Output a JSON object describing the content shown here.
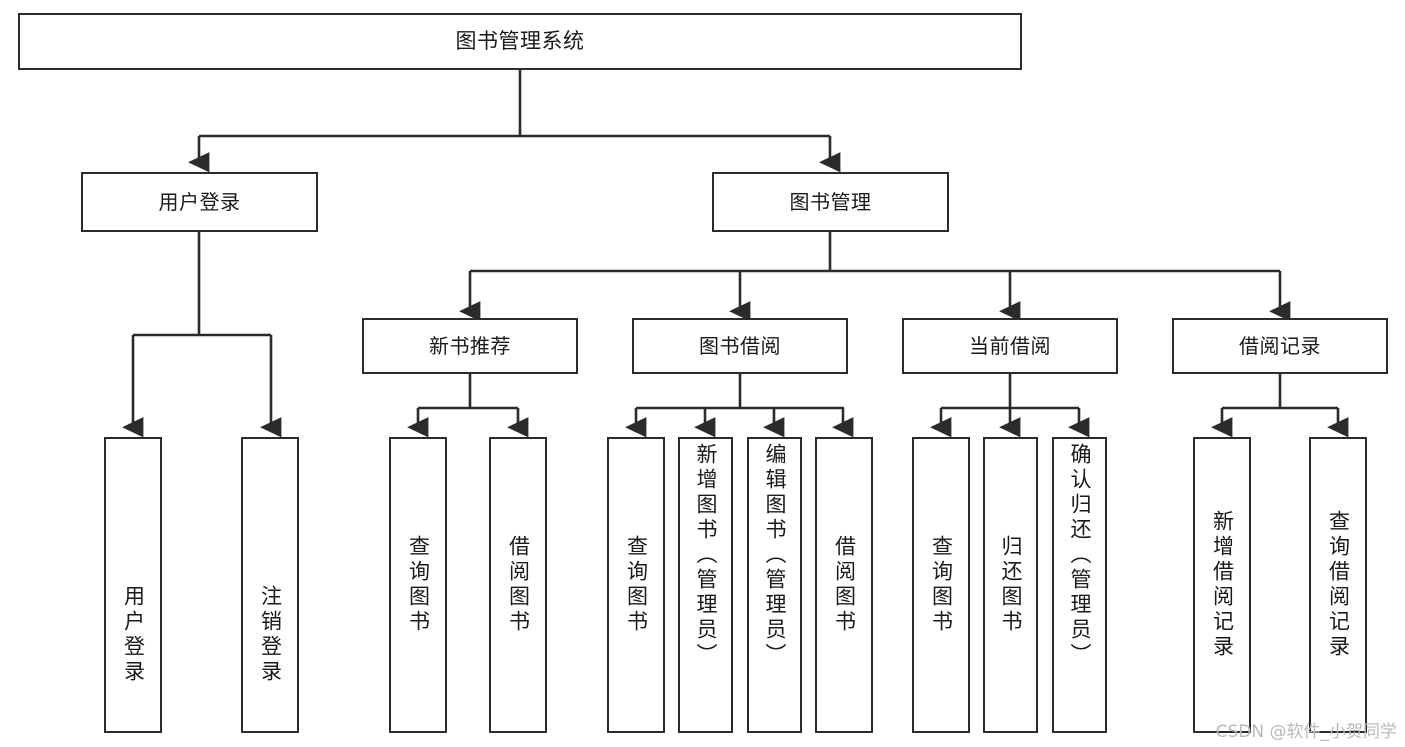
{
  "diagram": {
    "title": "图书管理系统",
    "type": "tree",
    "watermark": "CSDN @软件_小贺同学",
    "stroke_color": "#2b2b2b",
    "fill_color": "#ffffff",
    "text_color": "#1a1a1a",
    "nodes": {
      "root": {
        "label": "图书管理系统",
        "level": 0
      },
      "login": {
        "label": "用户登录",
        "level": 1
      },
      "book_mgmt": {
        "label": "图书管理",
        "level": 1
      },
      "new_book_rec": {
        "label": "新书推荐",
        "level": 2
      },
      "book_borrow": {
        "label": "图书借阅",
        "level": 2
      },
      "current_borrow": {
        "label": "当前借阅",
        "level": 2
      },
      "borrow_record": {
        "label": "借阅记录",
        "level": 2
      },
      "leaf_user_login": {
        "label": "用户登录",
        "level": 3
      },
      "leaf_logout": {
        "label": "注销登录",
        "level": 3
      },
      "leaf_query_book_1": {
        "label": "查询图书",
        "level": 3
      },
      "leaf_borrow_book_1": {
        "label": "借阅图书",
        "level": 3
      },
      "leaf_query_book_2": {
        "label": "查询图书",
        "level": 3
      },
      "leaf_add_book": {
        "label": "新增图书（管理员）",
        "level": 3
      },
      "leaf_edit_book": {
        "label": "编辑图书（管理员）",
        "level": 3
      },
      "leaf_borrow_book_2": {
        "label": "借阅图书",
        "level": 3
      },
      "leaf_query_book_3": {
        "label": "查询图书",
        "level": 3
      },
      "leaf_return_book": {
        "label": "归还图书",
        "level": 3
      },
      "leaf_confirm_return": {
        "label": "确认归还（管理员）",
        "level": 3
      },
      "leaf_add_record": {
        "label": "新增借阅记录",
        "level": 3
      },
      "leaf_query_record": {
        "label": "查询借阅记录",
        "level": 3
      }
    },
    "edges": [
      {
        "from": "root",
        "to": "login"
      },
      {
        "from": "root",
        "to": "book_mgmt"
      },
      {
        "from": "login",
        "to": "leaf_user_login"
      },
      {
        "from": "login",
        "to": "leaf_logout"
      },
      {
        "from": "book_mgmt",
        "to": "new_book_rec"
      },
      {
        "from": "book_mgmt",
        "to": "book_borrow"
      },
      {
        "from": "book_mgmt",
        "to": "current_borrow"
      },
      {
        "from": "book_mgmt",
        "to": "borrow_record"
      },
      {
        "from": "new_book_rec",
        "to": "leaf_query_book_1"
      },
      {
        "from": "new_book_rec",
        "to": "leaf_borrow_book_1"
      },
      {
        "from": "book_borrow",
        "to": "leaf_query_book_2"
      },
      {
        "from": "book_borrow",
        "to": "leaf_add_book"
      },
      {
        "from": "book_borrow",
        "to": "leaf_edit_book"
      },
      {
        "from": "book_borrow",
        "to": "leaf_borrow_book_2"
      },
      {
        "from": "current_borrow",
        "to": "leaf_query_book_3"
      },
      {
        "from": "current_borrow",
        "to": "leaf_return_book"
      },
      {
        "from": "current_borrow",
        "to": "leaf_confirm_return"
      },
      {
        "from": "borrow_record",
        "to": "leaf_add_record"
      },
      {
        "from": "borrow_record",
        "to": "leaf_query_record"
      }
    ]
  }
}
